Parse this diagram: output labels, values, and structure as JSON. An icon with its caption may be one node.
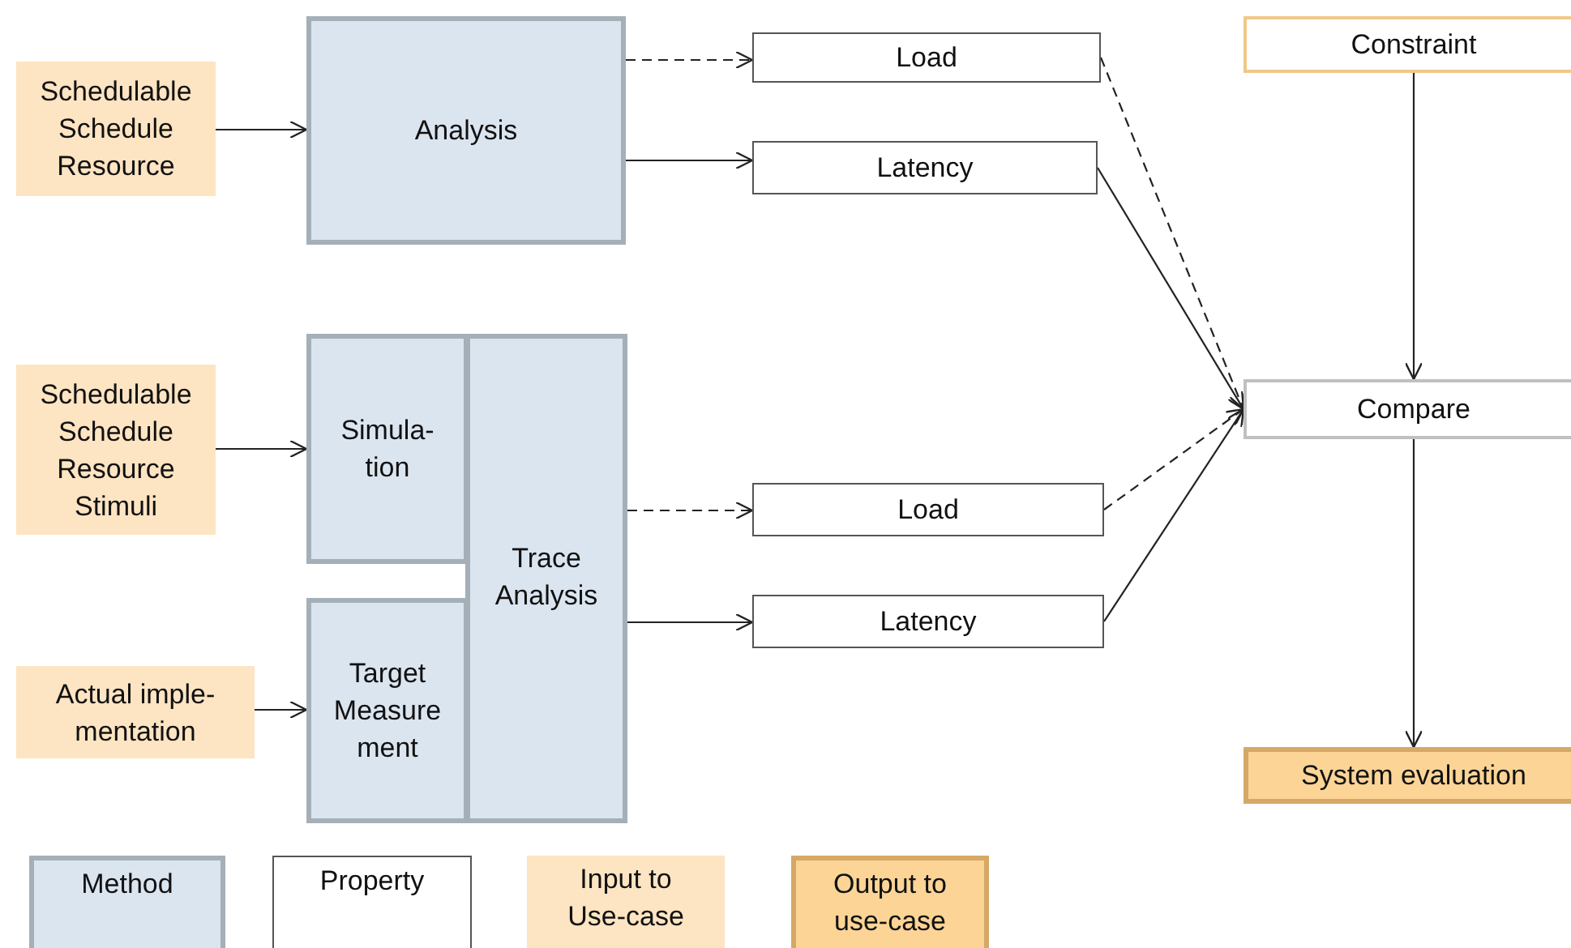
{
  "diagram": {
    "nodes": [
      {
        "text": [
          "Schedulable Schedule Resource"
        ]
      },
      {
        "text": [
          "Analysis"
        ]
      },
      {
        "text": [
          "Load"
        ]
      },
      {
        "text": [
          "Latency"
        ]
      },
      {
        "text": [
          "Constraint"
        ]
      },
      {
        "text": [
          "Compare"
        ]
      },
      {
        "text": [
          "Schedulable Schedule Resource Stimuli"
        ]
      },
      {
        "text": [
          "Simula- tion"
        ]
      },
      {
        "text": [
          "Trace Analysis"
        ]
      },
      {
        "text": [
          "Load"
        ]
      },
      {
        "text": [
          "Latency"
        ]
      },
      {
        "text": [
          "Actual imple- mentation"
        ]
      },
      {
        "text": [
          "Target Measure ment"
        ]
      },
      {
        "text": [
          "System evaluation"
        ]
      }
    ],
    "edges": [
      {
        "from": 0,
        "to": 1,
        "arrow": "to"
      },
      {
        "from": 1,
        "to": 2,
        "arrow": "to",
        "style": "dashed"
      },
      {
        "from": 1,
        "to": 3,
        "arrow": "to"
      },
      {
        "from": 2,
        "to": 5,
        "arrow": "to",
        "style": "dashed"
      },
      {
        "from": 3,
        "to": 5,
        "arrow": "to"
      },
      {
        "from": 4,
        "to": 5,
        "arrow": "to"
      },
      {
        "from": 5,
        "to": 13,
        "arrow": "to"
      },
      {
        "from": 6,
        "to": 7,
        "arrow": "to"
      },
      {
        "from": 8,
        "to": 9,
        "arrow": "to",
        "style": "dashed"
      },
      {
        "from": 8,
        "to": 10,
        "arrow": "to"
      },
      {
        "from": 9,
        "to": 5,
        "arrow": "to",
        "style": "dashed"
      },
      {
        "from": 10,
        "to": 5,
        "arrow": "to"
      },
      {
        "from": 11,
        "to": 12,
        "arrow": "to"
      }
    ],
    "legend": [
      {
        "text": "Method",
        "color": "#dbe5f0"
      },
      {
        "text": "Property",
        "color": "#ffffff"
      },
      {
        "text": "Input to Use-case",
        "color": "#fde4c2"
      },
      {
        "text": "Output to use-case",
        "color": "#fbd496"
      }
    ]
  }
}
